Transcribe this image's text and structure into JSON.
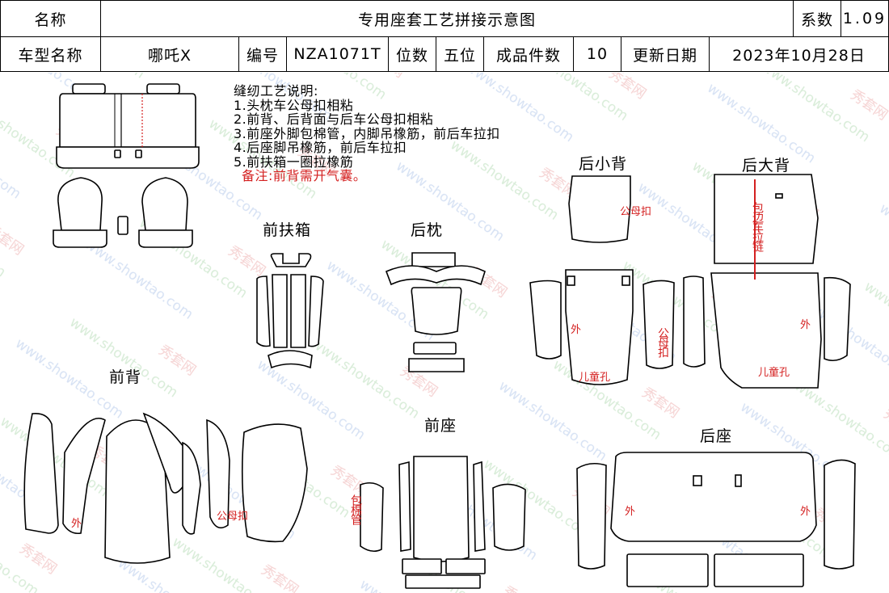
{
  "header": {
    "name_label": "名称",
    "title": "专用座套工艺拼接示意图",
    "coef_label": "系数",
    "coef_value": "1.09",
    "car_label": "车型名称",
    "car_value": "哪吒X",
    "code_label": "编号",
    "code_value": "NZA1071T",
    "seats_label": "位数",
    "seats_value": "五位",
    "pieces_label": "成品件数",
    "pieces_value": "10",
    "date_label": "更新日期",
    "date_value": "2023年10月28日"
  },
  "notes": {
    "title": "缝纫工艺说明:",
    "items": [
      "1.头枕车公母扣相粘",
      "2.前背、后背面与后车公母扣相粘",
      "3.前座外脚包棉管，内脚吊橡筋，前后车拉扣",
      "4.后座脚吊橡筋，前后车拉扣",
      "5.前扶箱一圈拉橡筋"
    ],
    "remark": "备注:前背需开气囊。"
  },
  "sections": {
    "front_armrest": "前扶箱",
    "rear_headrest": "后枕",
    "rear_small_back": "后小背",
    "rear_big_back": "后大背",
    "front_back": "前背",
    "front_seat": "前座",
    "rear_seat": "后座"
  },
  "marks": {
    "male_female_snap": "公母扣",
    "edge_pull_chain": "包边车拉链",
    "outer": "外",
    "child_hole": "儿童孔",
    "wrap_cotton_tube": "包棉管"
  },
  "watermark": "www.showtao.com 秀套网",
  "colors": {
    "accent_red": "#d42020",
    "line": "#000000"
  }
}
